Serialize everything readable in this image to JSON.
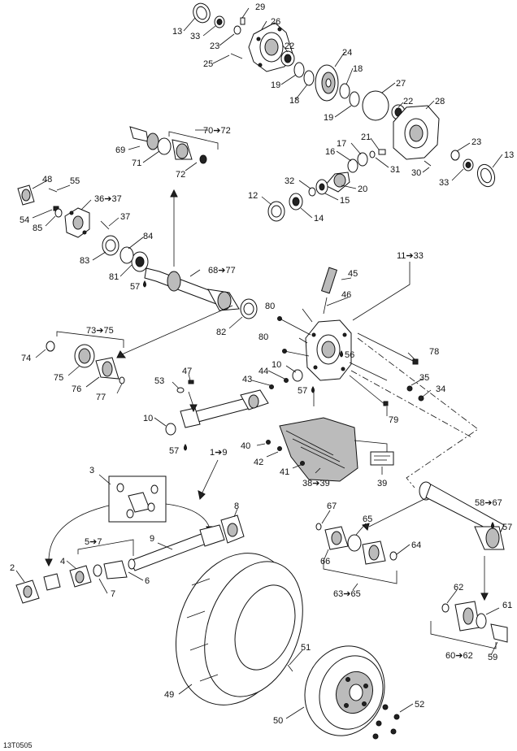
{
  "diagram_code": "13T0505",
  "labels": {
    "l13a": "13",
    "l33a": "33",
    "l23a": "23",
    "l29": "29",
    "l26": "26",
    "l25": "25",
    "l22a": "22",
    "l19a": "19",
    "l18a": "18",
    "l24": "24",
    "l18b": "18",
    "l19b": "19",
    "l27": "27",
    "l22b": "22",
    "l28": "28",
    "l21": "21",
    "l17": "17",
    "l16": "16",
    "l31": "31",
    "l23b": "23",
    "l13b": "13",
    "l30": "30",
    "l33b": "33",
    "l32": "32",
    "l12": "12",
    "l20": "20",
    "l15": "15",
    "l14": "14",
    "l70_72": "70➔72",
    "l69": "69",
    "l71": "71",
    "l72": "72",
    "l48": "48",
    "l55": "55",
    "l36_37": "36➔37",
    "l54": "54",
    "l85": "85",
    "l37": "37",
    "l84": "84",
    "l83": "83",
    "l81": "81",
    "l57a": "57",
    "l68_77": "68➔77",
    "l11_33": "11➔33",
    "l45": "45",
    "l46": "46",
    "l82": "82",
    "l73_75": "73➔75",
    "l74": "74",
    "l75": "75",
    "l76": "76",
    "l77": "77",
    "l80a": "80",
    "l80b": "80",
    "l56": "56",
    "l78": "78",
    "l10a": "10",
    "l44": "44",
    "l43": "43",
    "l47": "47",
    "l53": "53",
    "l57b": "57",
    "l35": "35",
    "l34": "34",
    "l79": "79",
    "l10b": "10",
    "l57c": "57",
    "l1_9": "1➔9",
    "l40": "40",
    "l42": "42",
    "l41": "41",
    "l38_39": "38➔39",
    "l39": "39",
    "l3": "3",
    "l8": "8",
    "l5_7": "5➔7",
    "l9": "9",
    "l4": "4",
    "l6": "6",
    "l2": "2",
    "l7": "7",
    "l67": "67",
    "l65": "65",
    "l64": "64",
    "l66": "66",
    "l63_65": "63➔65",
    "l58_67": "58➔67",
    "l57d": "57",
    "l62": "62",
    "l61": "61",
    "l60_62": "60➔62",
    "l59": "59",
    "l49": "49",
    "l51": "51",
    "l52": "52",
    "l50": "50"
  }
}
